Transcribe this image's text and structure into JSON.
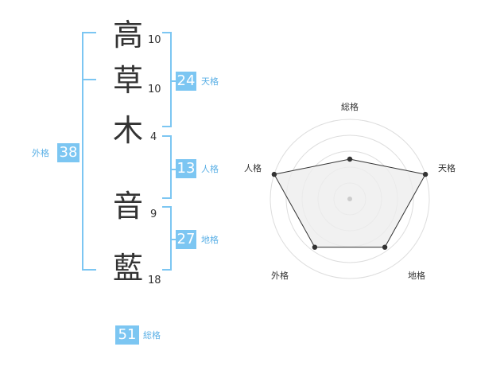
{
  "name": {
    "chars": [
      {
        "char": "高",
        "strokes": "10"
      },
      {
        "char": "草",
        "strokes": "10"
      },
      {
        "char": "木",
        "strokes": "4"
      },
      {
        "char": "音",
        "strokes": "9"
      },
      {
        "char": "藍",
        "strokes": "18"
      }
    ]
  },
  "scores": {
    "tenkaku": {
      "value": "24",
      "label": "天格"
    },
    "jinkaku": {
      "value": "13",
      "label": "人格"
    },
    "chikaku": {
      "value": "27",
      "label": "地格"
    },
    "gaikaku": {
      "value": "38",
      "label": "外格"
    },
    "soukaku": {
      "value": "51",
      "label": "総格"
    }
  },
  "colors": {
    "accent": "#7cc6f2",
    "label": "#5bb0e6",
    "radar_fill": "#eeeeee"
  },
  "chart_data": {
    "type": "radar",
    "axes": [
      "総格",
      "天格",
      "地格",
      "外格",
      "人格"
    ],
    "values": [
      0.5,
      1.0,
      0.75,
      0.75,
      1.0
    ],
    "rings": 5
  }
}
